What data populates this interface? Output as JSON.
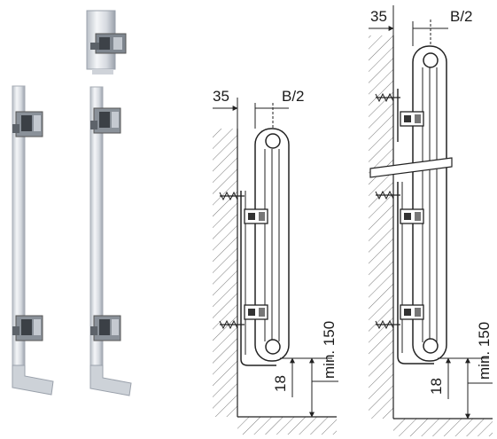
{
  "drawing_1": {
    "dim_wall_offset": "35",
    "dim_half_width": "B/2",
    "dim_bottom_gap": "18",
    "dim_floor_clearance": "min. 150"
  },
  "drawing_2": {
    "dim_wall_offset": "35",
    "dim_half_width": "B/2",
    "dim_bottom_gap": "18",
    "dim_floor_clearance": "min. 150"
  },
  "colors": {
    "line": "#222222",
    "hatch": "#777777",
    "metal_light": "#eef0f3",
    "metal_mid": "#c9ced6",
    "metal_dark": "#8c939d"
  }
}
